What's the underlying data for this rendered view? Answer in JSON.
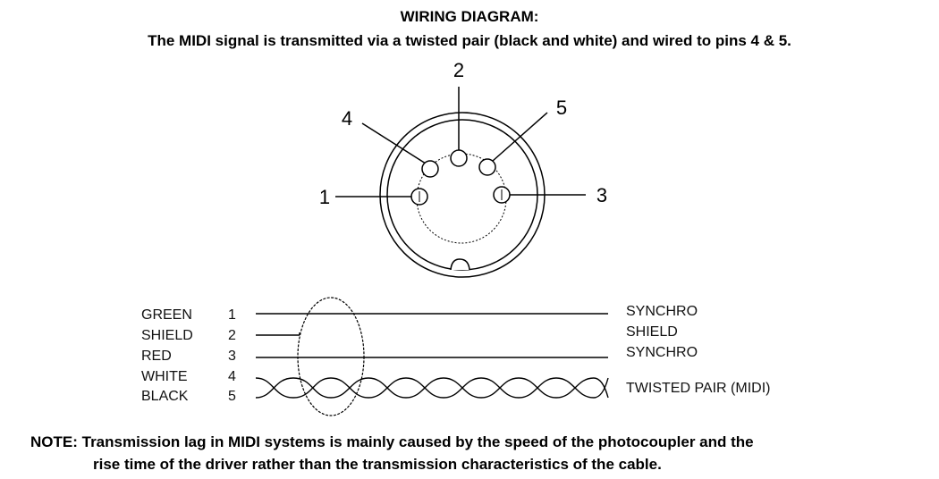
{
  "title": "WIRING DIAGRAM:",
  "subtitle": "The MIDI signal is transmitted via a twisted pair (black and white) and wired to pins 4 & 5.",
  "connector": {
    "pins": [
      "1",
      "2",
      "3",
      "4",
      "5"
    ]
  },
  "cable": {
    "wires": [
      {
        "color": "GREEN",
        "pin": "1",
        "function": "SYNCHRO"
      },
      {
        "color": "SHIELD",
        "pin": "2",
        "function": "SHIELD"
      },
      {
        "color": "RED",
        "pin": "3",
        "function": "SYNCHRO"
      },
      {
        "color": "WHITE",
        "pin": "4"
      },
      {
        "color": "BLACK",
        "pin": "5"
      }
    ],
    "twisted_label": "TWISTED PAIR (MIDI)"
  },
  "note": {
    "prefix": "NOTE:",
    "line1": "Transmission lag in MIDI systems is mainly caused by the speed of the photocoupler and the",
    "line2": "rise time of the driver rather than the transmission characteristics of the cable."
  }
}
